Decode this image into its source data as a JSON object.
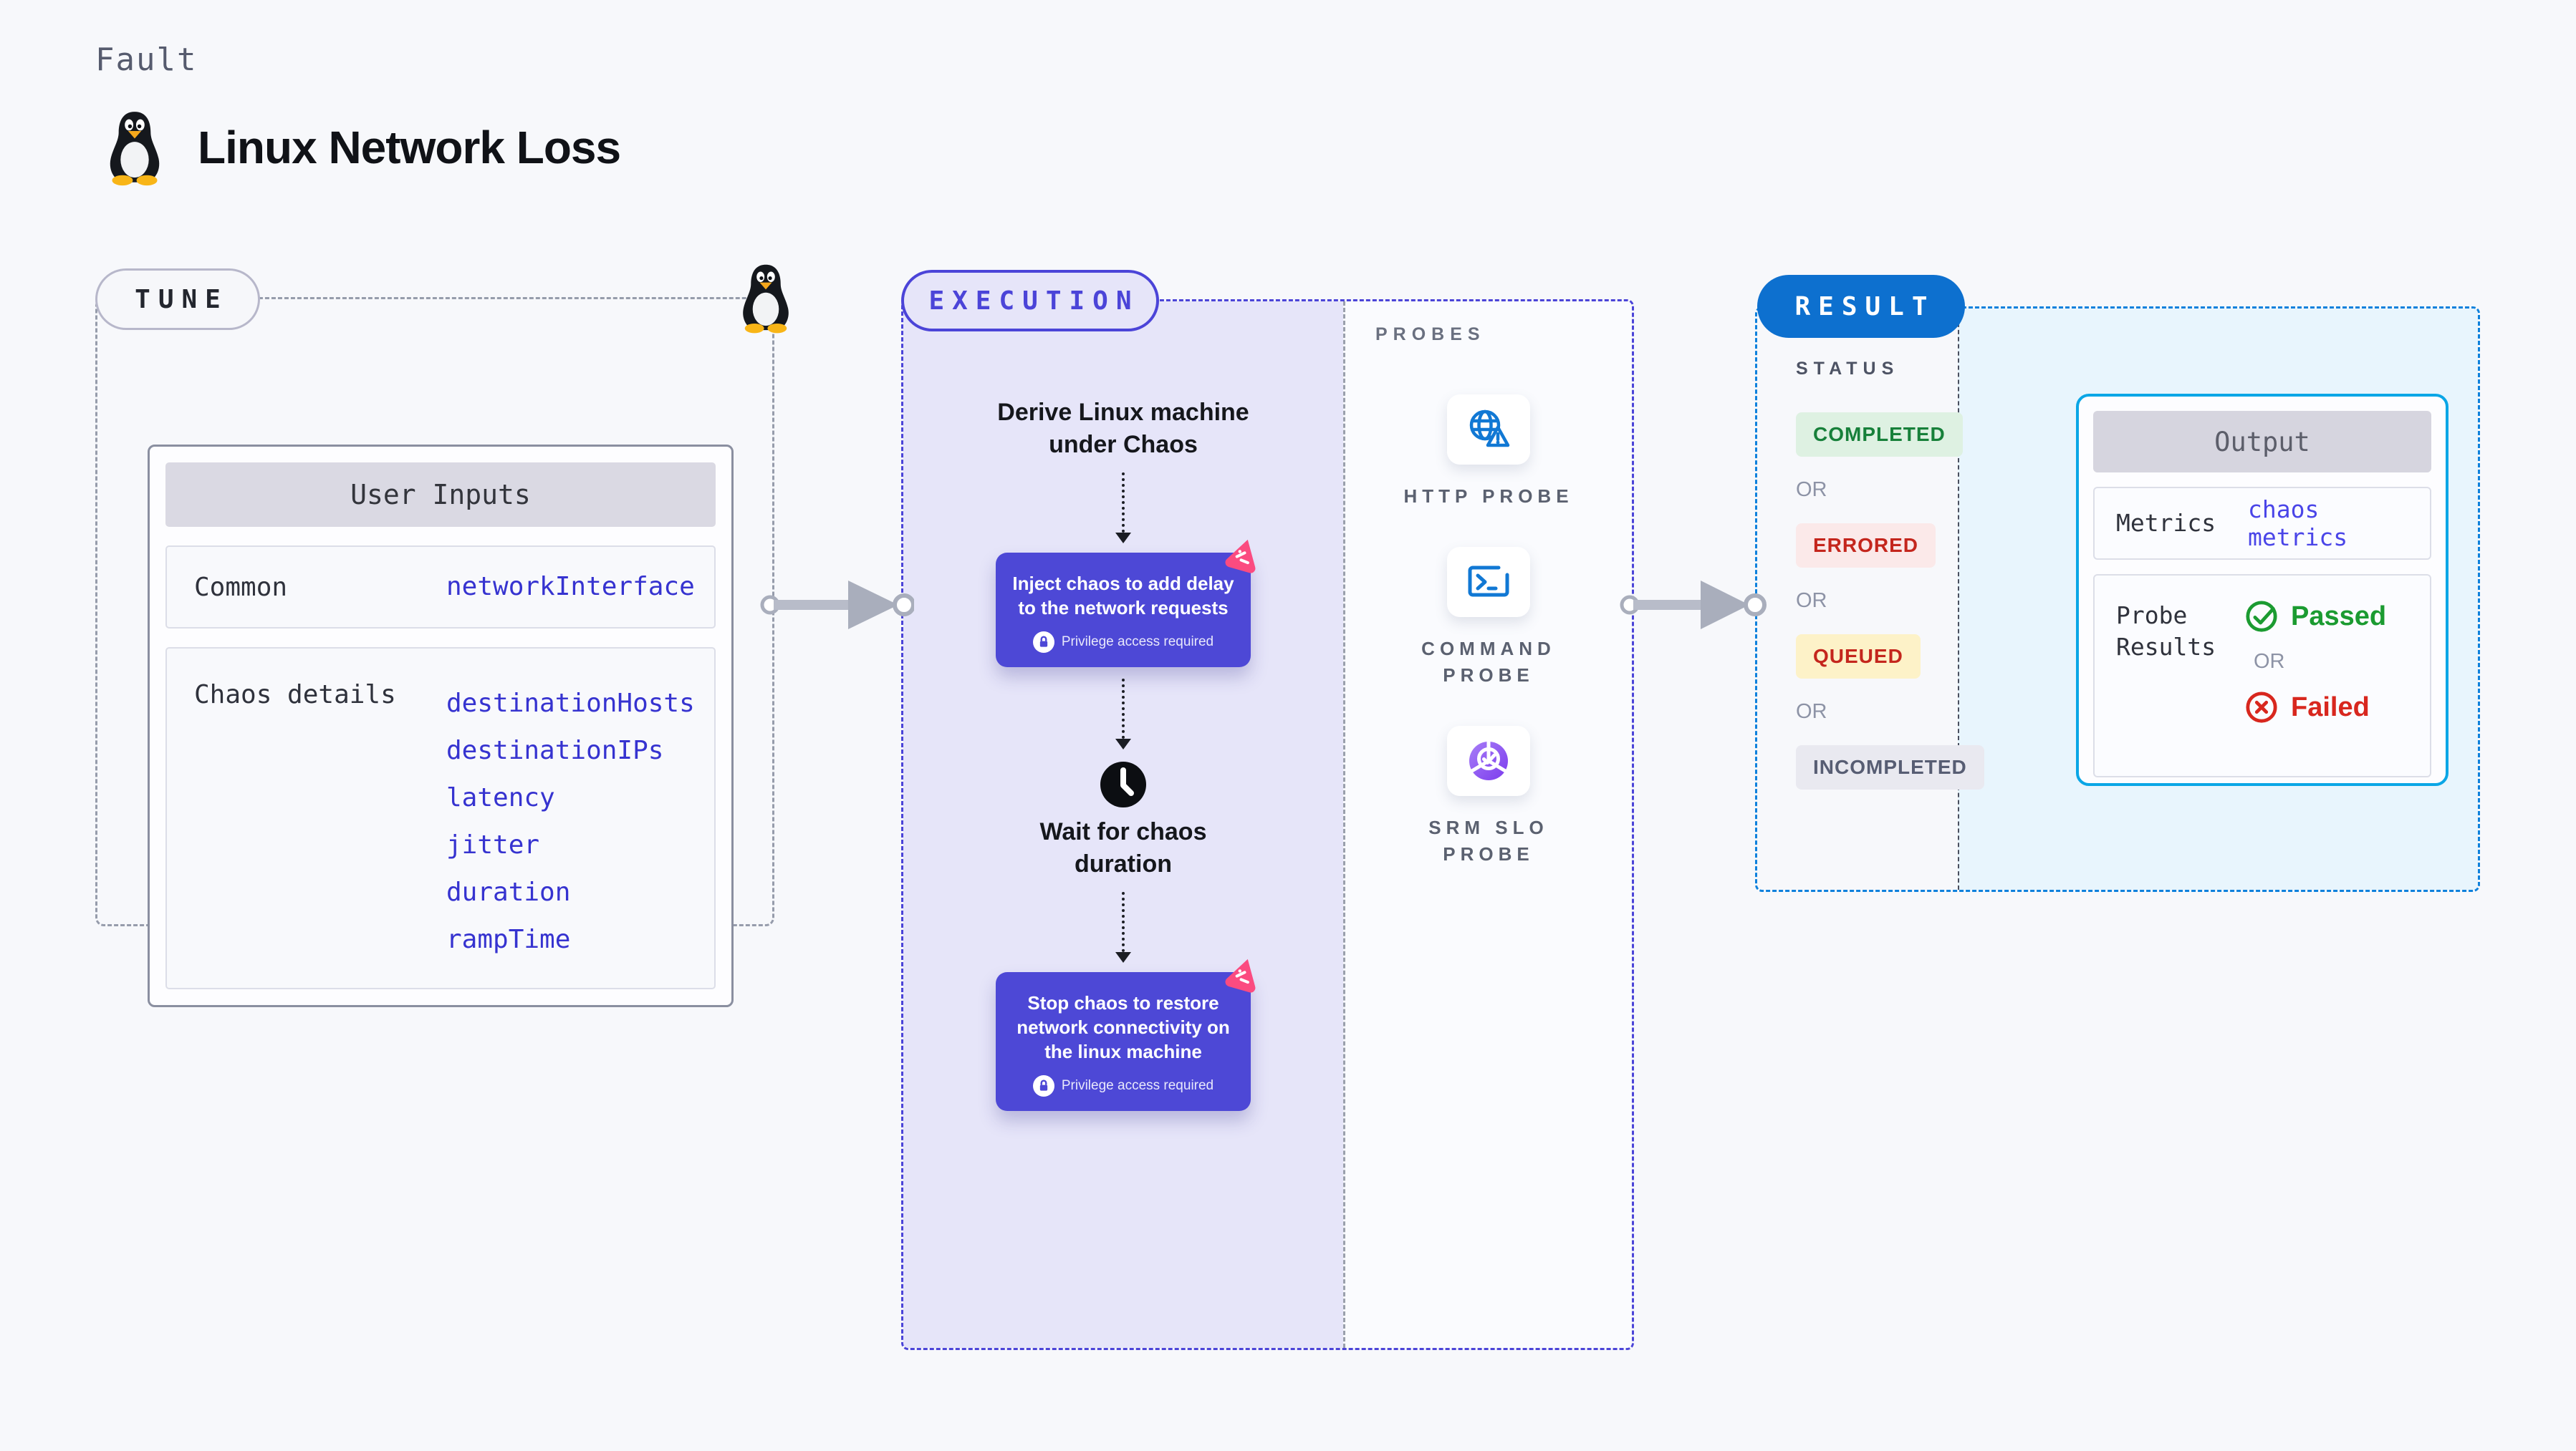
{
  "page": {
    "kicker": "Fault",
    "title": "Linux Network Loss"
  },
  "tune": {
    "badge": "TUNE",
    "user_inputs": {
      "header": "User Inputs",
      "rows": [
        {
          "label": "Common",
          "params": [
            "networkInterface"
          ]
        },
        {
          "label": "Chaos details",
          "params": [
            "destinationHosts",
            "destinationIPs",
            "latency",
            "jitter",
            "duration",
            "rampTime"
          ]
        }
      ]
    }
  },
  "execution": {
    "badge": "EXECUTION",
    "step_derive": "Derive Linux machine under Chaos",
    "step_inject": "Inject chaos to add delay to the network requests",
    "step_wait": "Wait for chaos duration",
    "step_stop": "Stop chaos to restore network connectivity on the linux machine",
    "privilege_note": "Privilege access required"
  },
  "probes": {
    "heading": "PROBES",
    "items": [
      {
        "label": "HTTP PROBE",
        "icon": "globe-alert-icon"
      },
      {
        "label": "COMMAND PROBE",
        "icon": "terminal-icon"
      },
      {
        "label": "SRM SLO PROBE",
        "icon": "slo-donut-check-icon"
      }
    ]
  },
  "result": {
    "badge": "RESULT",
    "status_heading": "STATUS",
    "or": "OR",
    "statuses": [
      {
        "label": "COMPLETED",
        "color": "#17803a",
        "bg": "#def1e2"
      },
      {
        "label": "ERRORED",
        "color": "#c4261d",
        "bg": "#fbe9e9"
      },
      {
        "label": "QUEUED",
        "color": "#c4261d",
        "bg": "#fdf2c8"
      },
      {
        "label": "INCOMPLETED",
        "color": "#575d73",
        "bg": "#e9e9f0"
      }
    ],
    "output": {
      "header": "Output",
      "metrics_label": "Metrics",
      "metrics_value": "chaos metrics",
      "probe_results_label": "Probe Results",
      "passed": "Passed",
      "or": "OR",
      "failed": "Failed"
    }
  },
  "colors": {
    "page_bg": "#f7f8fb",
    "execution_accent": "#4b44d8",
    "execution_panel": "#e6e5f9",
    "chaos_box": "#4d48d6",
    "chaos_pink": "#fb4b80",
    "result_accent": "#0e81dc",
    "result_pill": "#0d70cf",
    "output_border": "#0aa6e6",
    "output_panel": "#e8f5fd",
    "param_blue": "#3633d0",
    "metric_blue": "#4a45e8",
    "passed_green": "#1b9b31",
    "failed_red": "#d8271e",
    "probe_icon_blue": "#1178d4"
  }
}
